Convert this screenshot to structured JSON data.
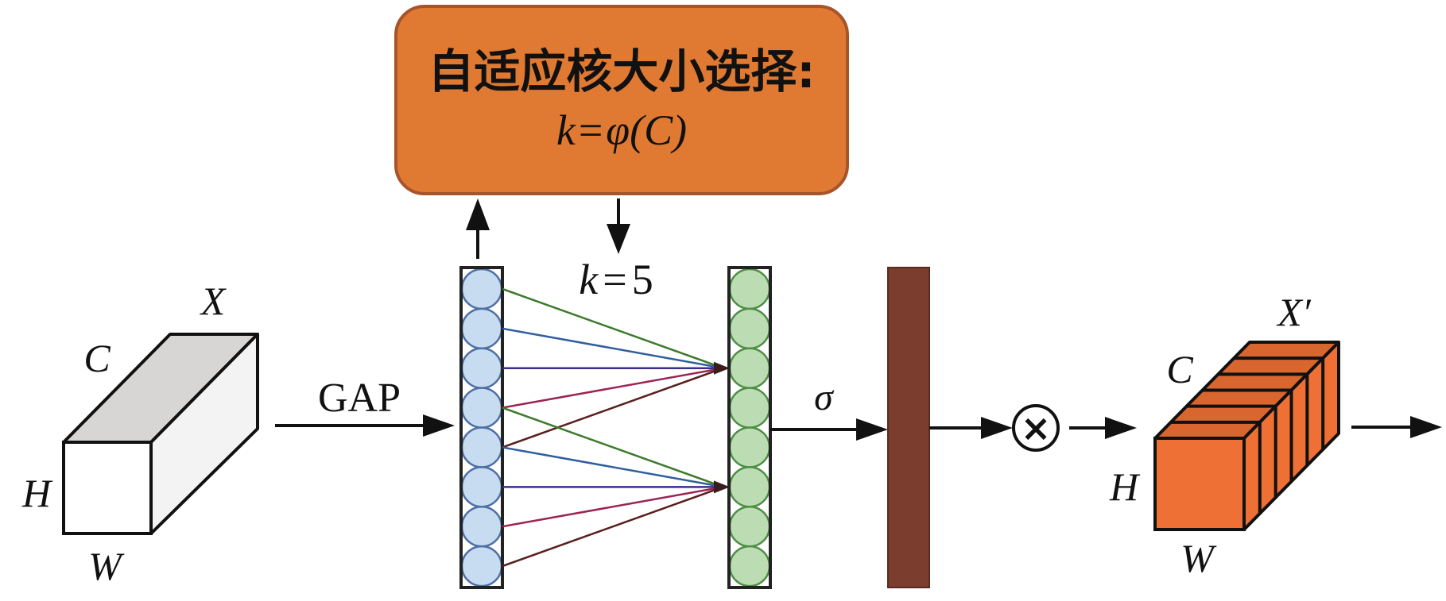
{
  "title_box": {
    "line1": "自适应核大小选择:",
    "formula_k": "k",
    "formula_eq": "=",
    "formula_rhs": "φ(C)",
    "fill_color": "#E07A33",
    "border_color": "#A8542A"
  },
  "kernel_label": {
    "k": "k",
    "eq": "=",
    "value": "5"
  },
  "input_tensor": {
    "name": "X",
    "channel": "C",
    "height": "H",
    "width": "W"
  },
  "gap_label": "GAP",
  "sigma_label": "σ",
  "multiply_symbol": "×",
  "output_tensor": {
    "name": "X′",
    "channel": "C",
    "height": "H",
    "width": "W",
    "color": "#EE7034"
  },
  "colors": {
    "blue_node_fill": "#C7DCF0",
    "blue_node_stroke": "#4D6FA3",
    "green_node_fill": "#BCDDB3",
    "green_node_stroke": "#4E8E45",
    "attention_bar": "#7B3E2E",
    "conn_colors": [
      "#3E7A2E",
      "#2F5E9E",
      "#3B2F8A",
      "#9B2453",
      "#5A1F1F"
    ]
  },
  "node_count": 8,
  "conv_targets": [
    {
      "target_node": 3,
      "sources": [
        1,
        2,
        3,
        4,
        5
      ]
    },
    {
      "target_node": 6,
      "sources": [
        4,
        5,
        6,
        7,
        8
      ]
    }
  ]
}
